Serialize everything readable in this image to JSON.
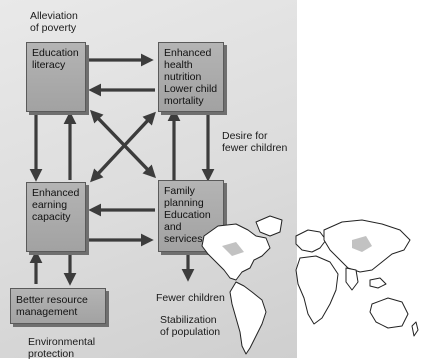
{
  "diagram": {
    "boxes": {
      "education": "Education\nliteracy",
      "health": "Enhanced\nhealth\nnutrition\nLower child\nmortality",
      "earning": "Enhanced\nearning\ncapacity",
      "family": "Family\nplanning\nEducation\nand\nservices",
      "resource": "Better resource\nmanagement"
    },
    "labels": {
      "poverty": "Alleviation\nof poverty",
      "desire": "Desire for\nfewer children",
      "fewer": "Fewer children",
      "stabilization": "Stabilization\nof population",
      "environment": "Environmental\nprotection"
    }
  },
  "colors": {
    "box_fill": "#a8a8a8",
    "arrow": "#3c3c3c",
    "panel": "#dcdcdc"
  },
  "decoration": {
    "map_icon": "world-map-outline"
  }
}
